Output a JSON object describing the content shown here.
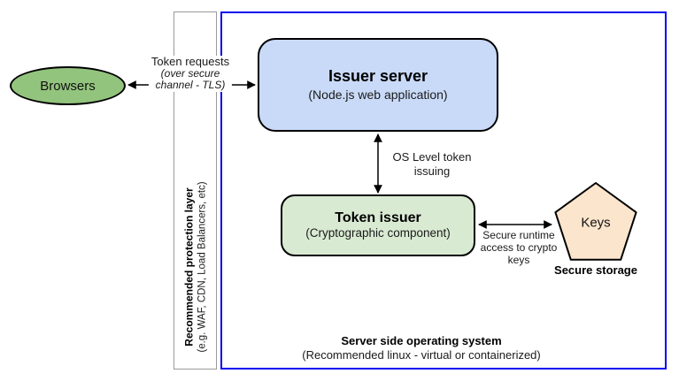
{
  "diagram": {
    "browsers": {
      "label": "Browsers"
    },
    "token_requests": {
      "lines": [
        "Token requests",
        "(over secure",
        "channel - TLS)"
      ]
    },
    "issuer_server": {
      "title": "Issuer server",
      "subtitle": "(Node.js web application)"
    },
    "os_level_arrow": {
      "lines": [
        "OS Level token",
        "issuing"
      ]
    },
    "token_issuer": {
      "title": "Token issuer",
      "subtitle": "(Cryptographic component)"
    },
    "secure_runtime_arrow": {
      "lines": [
        "Secure runtime",
        "access to crypto",
        "keys"
      ]
    },
    "keys": {
      "label": "Keys"
    },
    "secure_storage": {
      "label": "Secure storage"
    },
    "protection_layer": {
      "title": "Recommended protection layer",
      "subtitle": "(e.g. WAF, CDN, Load Balancers, etc)"
    },
    "server_os": {
      "title": "Server side operating system",
      "subtitle": "(Recommended linux - virtual or containerized)"
    },
    "colors": {
      "browsers_fill": "#93c47d",
      "issuer_server_fill": "#c9daf8",
      "token_issuer_fill": "#d9ead3",
      "keys_fill": "#fce5cd",
      "os_rect_border": "#0404ee",
      "protection_rect_border": "#999999",
      "shape_border": "#000000",
      "arrow_color": "#000000"
    }
  }
}
